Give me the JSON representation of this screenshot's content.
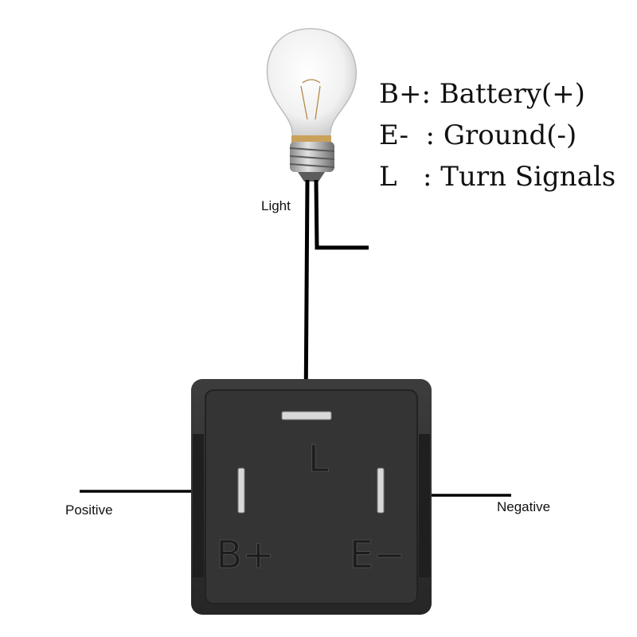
{
  "legend": {
    "lines": [
      "B+: Battery(+)",
      "E-  : Ground(-)",
      "L   : Turn Signals"
    ]
  },
  "labels": {
    "light": "Light",
    "positive": "Positive",
    "negative": "Negative"
  },
  "relay": {
    "terminal_l": "L",
    "terminal_b": "B+",
    "terminal_e": "E−"
  },
  "colors": {
    "relay_body": "#2b2b2b",
    "relay_face": "#3a3a3a",
    "wire": "#000000",
    "pin": "#d8d8d8"
  }
}
